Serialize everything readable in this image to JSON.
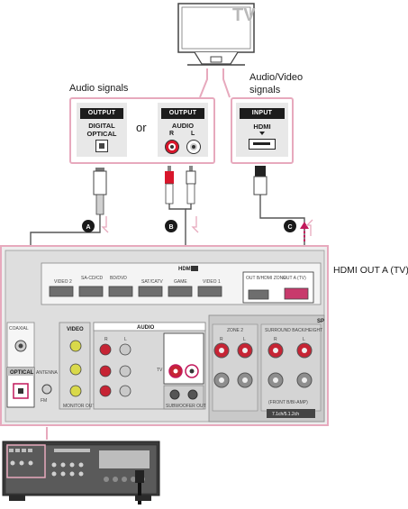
{
  "tv": {
    "label": "TV"
  },
  "captions": {
    "audio_signals": "Audio signals",
    "av_signals_line1": "Audio/Video",
    "av_signals_line2": "signals",
    "or": "or",
    "hdmi_out": "HDMI OUT A (TV)"
  },
  "tv_ports": {
    "optical": {
      "header": "OUTPUT",
      "name_line1": "DIGITAL",
      "name_line2": "OPTICAL"
    },
    "audio": {
      "header": "OUTPUT",
      "name": "AUDIO",
      "r": "R",
      "l": "L"
    },
    "hdmi": {
      "header": "INPUT",
      "name": "HDMI"
    }
  },
  "cables": {
    "a": "A",
    "b": "B",
    "c": "C"
  },
  "receiver": {
    "hdmi_header": "HDMI",
    "hdmi_inputs": [
      "VIDEO 2",
      "SA-CD/CD",
      "BD/DVD",
      "SAT/CATV",
      "GAME",
      "VIDEO 1"
    ],
    "hdmi_outputs": [
      "OUT B/HDMI ZONE",
      "OUT A (TV)"
    ],
    "optical_header": "OPTICAL",
    "coaxial": "COAXIAL",
    "antenna": "ANTENNA",
    "fm": "FM",
    "video": "VIDEO",
    "audio": "AUDIO",
    "monitor_out": "MONITOR OUT",
    "tv_in": "TV",
    "subwoofer_out": "SUBWOOFER OUT",
    "zone2": "ZONE 2",
    "surround_back": "SURROUND BACK/HEIGHT",
    "front_b": "(FRONT B/BI-AMP)",
    "channels": "7.1ch/5.1.2ch",
    "sp": "SP",
    "r": "R",
    "l": "L"
  }
}
